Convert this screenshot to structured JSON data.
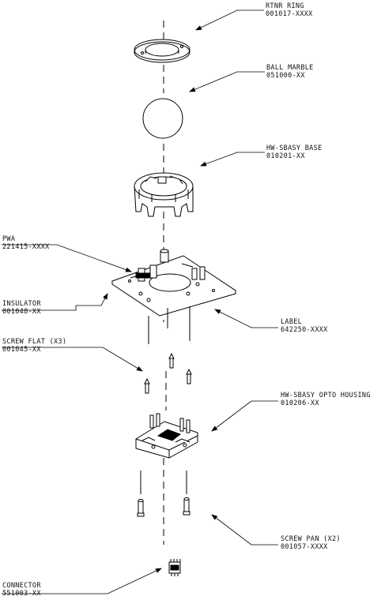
{
  "callouts": [
    {
      "id": "rtnr-ring",
      "name": "RTNR RING",
      "part": "001017-XXXX"
    },
    {
      "id": "ball-marble",
      "name": "BALL MARBLE",
      "part": "051000-XX"
    },
    {
      "id": "hw-sbasy-base",
      "name": "HW-SBASY BASE",
      "part": "010201-XX"
    },
    {
      "id": "pwa",
      "name": "PWA",
      "part": "221415-XXXX"
    },
    {
      "id": "insulator",
      "name": "INSULATOR",
      "part": "001048-XX"
    },
    {
      "id": "label",
      "name": "LABEL",
      "part": "642250-XXXX"
    },
    {
      "id": "screw-flat",
      "name": "SCREW FLAT (X3)",
      "part": "001045-XX"
    },
    {
      "id": "opto-housing",
      "name": "HW-SBASY OPTO HOUSING",
      "part": "010206-XX"
    },
    {
      "id": "screw-pan",
      "name": "SCREW PAN (X2)",
      "part": "001057-XXXX"
    },
    {
      "id": "connector",
      "name": "CONNECTOR",
      "part": "551003-XX"
    }
  ]
}
